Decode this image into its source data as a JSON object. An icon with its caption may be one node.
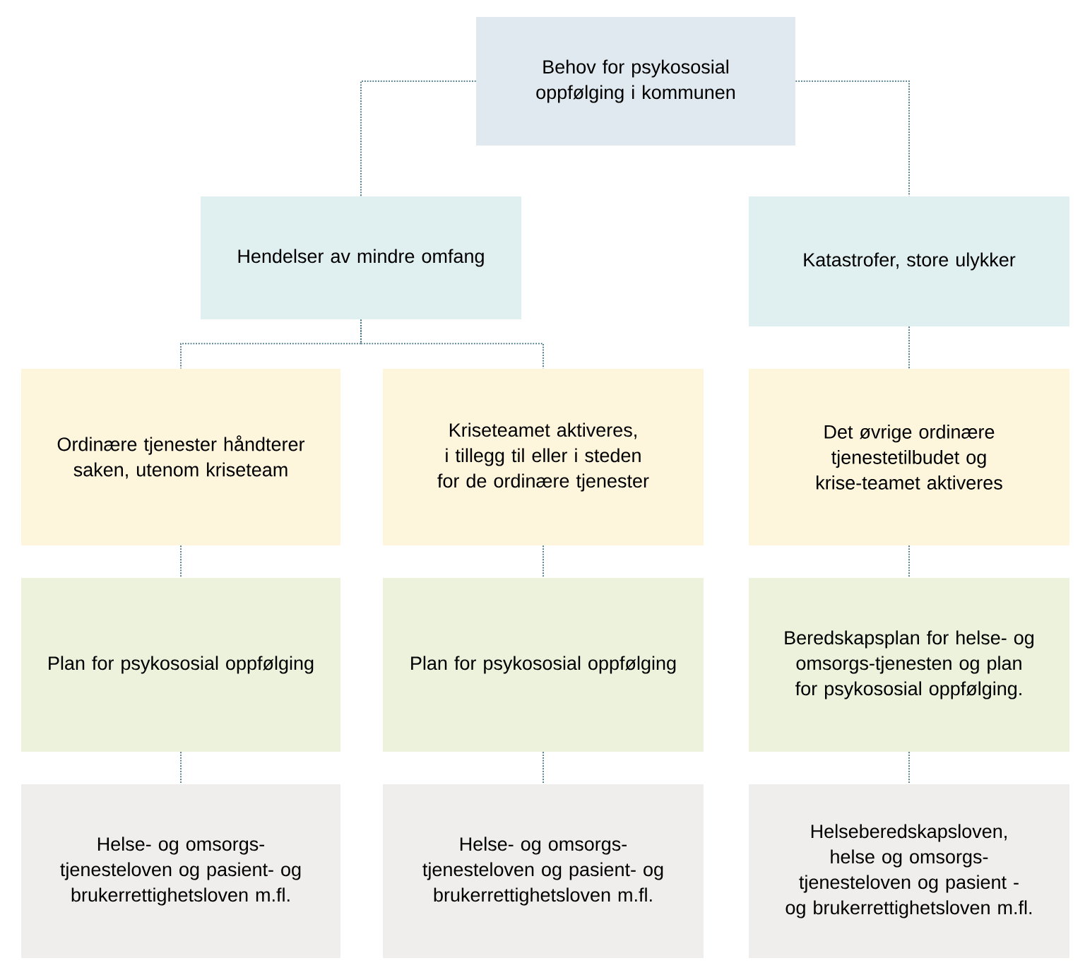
{
  "diagram": {
    "nodes": [
      {
        "text": [
          "Behov for psykososial oppfølging i kommunen"
        ]
      },
      {
        "text": [
          "Hendelser av mindre omfang"
        ]
      },
      {
        "text": [
          "Katastrofer, store ulykker"
        ]
      },
      {
        "text": [
          "Ordinære tjenester håndterer saken, utenom kriseteam"
        ]
      },
      {
        "text": [
          "Kriseteamet aktiveres, i tillegg til eller i steden for de ordinære tjenester"
        ]
      },
      {
        "text": [
          "Det øvrige ordinære tjenestetilbudet og krise-teamet aktiveres"
        ]
      },
      {
        "text": [
          "Plan for psykososial oppfølging"
        ]
      },
      {
        "text": [
          "Plan for psykososial oppfølging"
        ]
      },
      {
        "text": [
          "Beredskapsplan for helse- og omsorgs-tjenesten og plan for psykososial oppfølging."
        ]
      },
      {
        "text": [
          "Helse- og omsorgs-tjenesteloven og pasient- og brukerrettighetsloven m.fl."
        ]
      },
      {
        "text": [
          "Helse- og omsorgs-tjenesteloven og pasient- og brukerrettighetsloven m.fl."
        ]
      },
      {
        "text": [
          "Helseberedskapsloven, helse og omsorgs-tjenesteloven og pasient - og brukerrettighetsloven m.fl."
        ]
      }
    ],
    "edges": [
      {
        "from": 0,
        "to": 1,
        "arrow": "none"
      },
      {
        "from": 0,
        "to": 2,
        "arrow": "none"
      },
      {
        "from": 1,
        "to": 3,
        "arrow": "none"
      },
      {
        "from": 1,
        "to": 4,
        "arrow": "none"
      },
      {
        "from": 2,
        "to": 5,
        "arrow": "none"
      },
      {
        "from": 3,
        "to": 6,
        "arrow": "none"
      },
      {
        "from": 4,
        "to": 7,
        "arrow": "none"
      },
      {
        "from": 5,
        "to": 8,
        "arrow": "none"
      },
      {
        "from": 6,
        "to": 9,
        "arrow": "none"
      },
      {
        "from": 7,
        "to": 10,
        "arrow": "none"
      },
      {
        "from": 8,
        "to": 11,
        "arrow": "none"
      }
    ]
  }
}
